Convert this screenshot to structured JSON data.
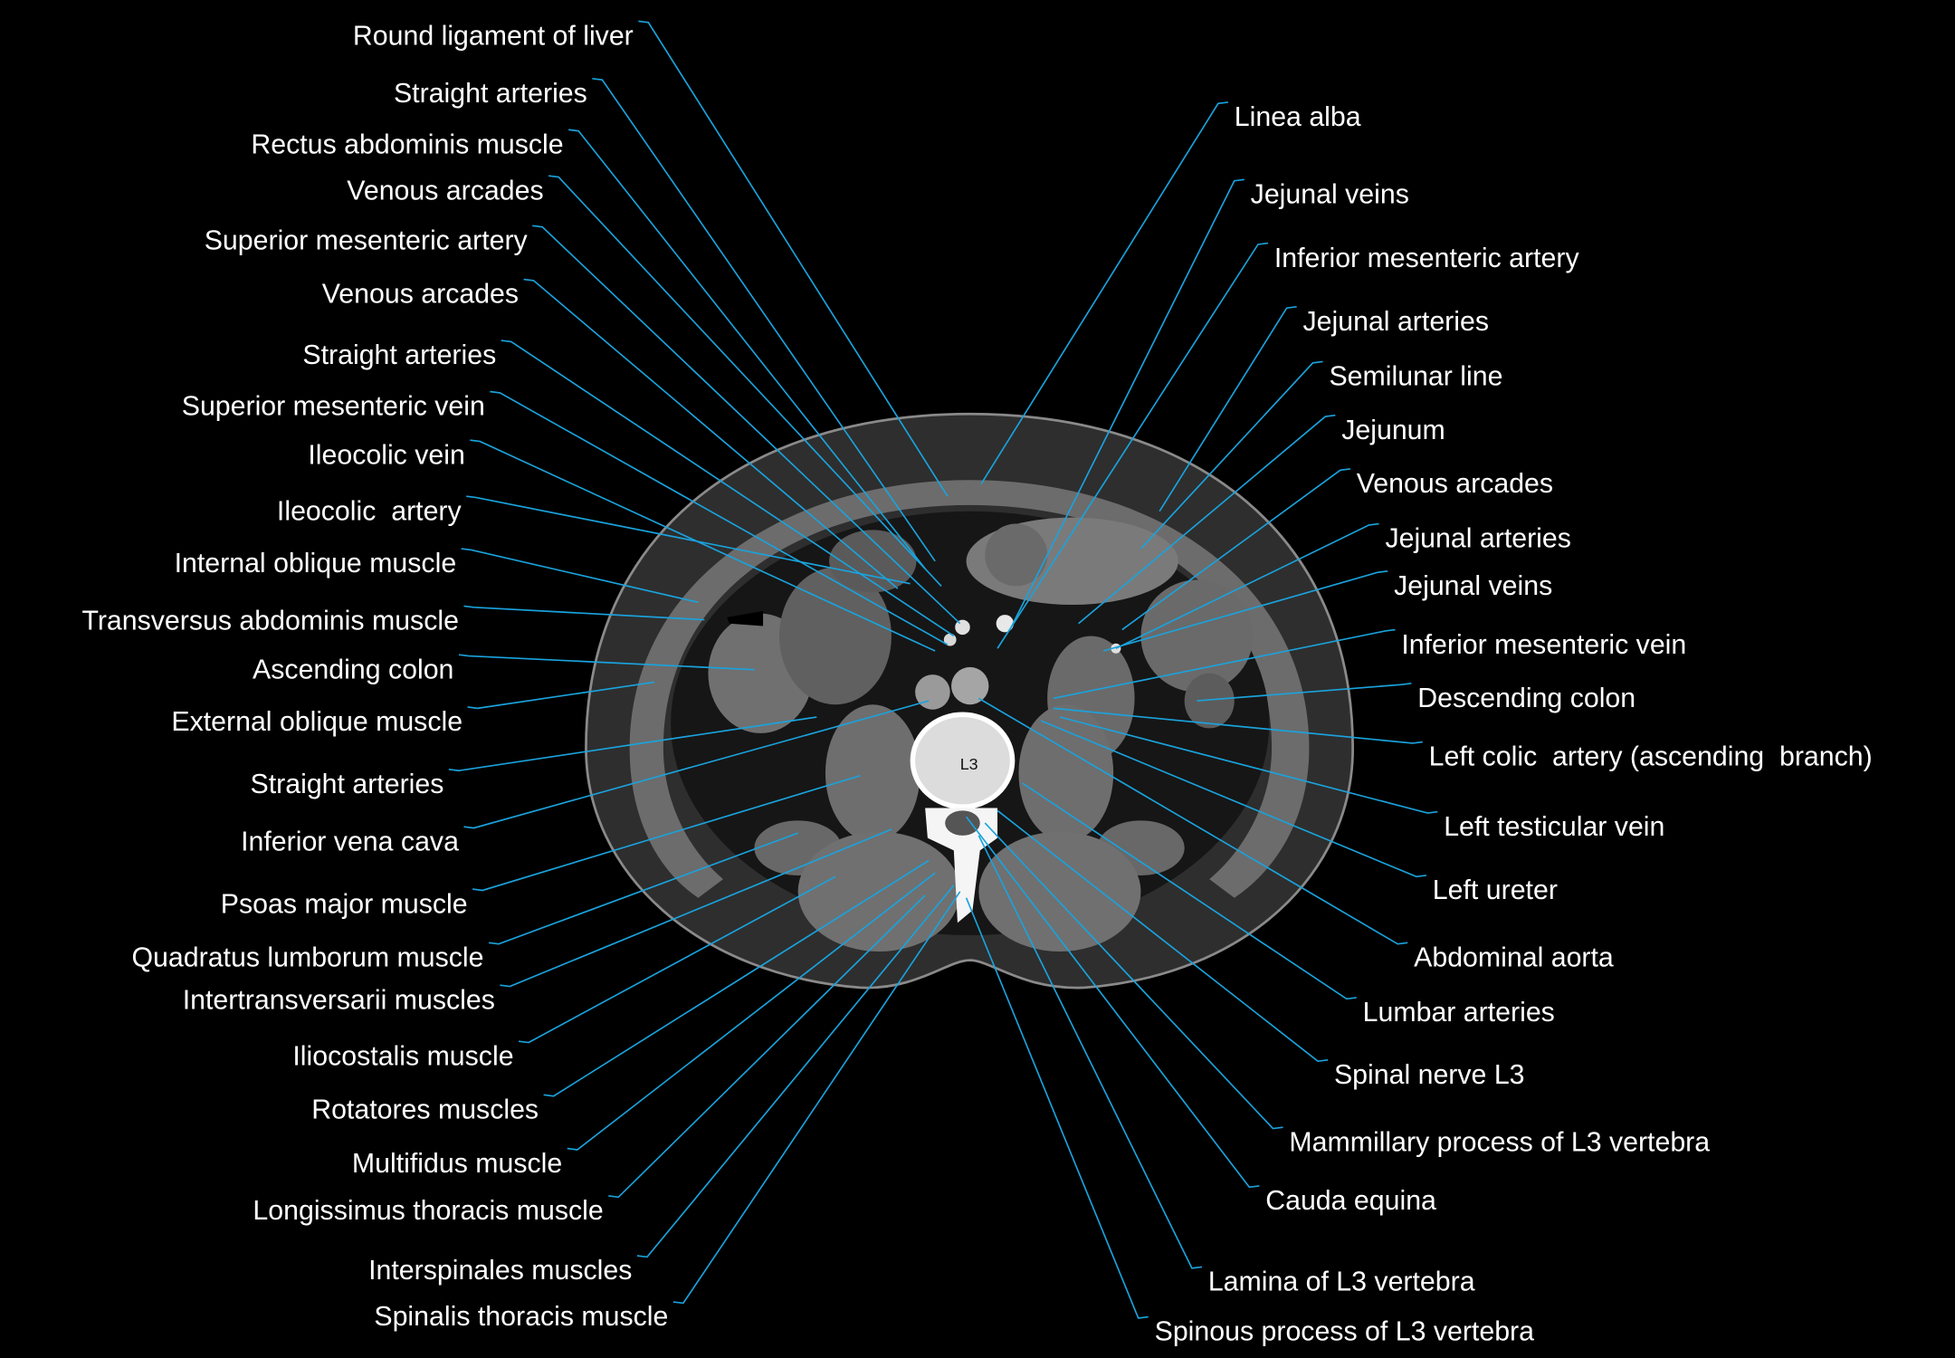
{
  "vertebra_label": "L3",
  "colors": {
    "background": "#000000",
    "leader_line": "#1aa3dd",
    "label_text": "#ffffff"
  },
  "left_labels": [
    "Round ligament of liver",
    "Straight arteries",
    "Rectus abdominis muscle",
    "Venous arcades",
    "Superior mesenteric artery",
    "Venous arcades",
    "Straight arteries",
    "Superior mesenteric vein",
    "Ileocolic vein",
    "Ileocolic  artery",
    "Internal oblique muscle",
    "Transversus abdominis muscle",
    "Ascending colon",
    "External oblique muscle",
    "Straight arteries",
    "Inferior vena cava",
    "Psoas major muscle",
    "Quadratus lumborum muscle",
    "Intertransversarii muscles",
    "Iliocostalis muscle",
    "Rotatores muscles",
    "Multifidus muscle",
    "Longissimus thoracis muscle",
    "Interspinales muscles",
    "Spinalis thoracis muscle"
  ],
  "right_labels": [
    "Linea alba",
    "Jejunal veins",
    "Inferior mesenteric artery",
    "Jejunal arteries",
    "Semilunar line",
    "Jejunum",
    "Venous arcades",
    "Jejunal arteries",
    "Jejunal veins",
    "Inferior mesenteric vein",
    "Descending colon",
    "Left colic  artery (ascending  branch)",
    "Left testicular vein",
    "Left ureter",
    "Abdominal aorta",
    "Lumbar arteries",
    "Spinal nerve L3",
    "Mammillary process of L3 vertebra",
    "Cauda equina",
    "Lamina of L3 vertebra",
    "Spinous process of L3 vertebra"
  ]
}
